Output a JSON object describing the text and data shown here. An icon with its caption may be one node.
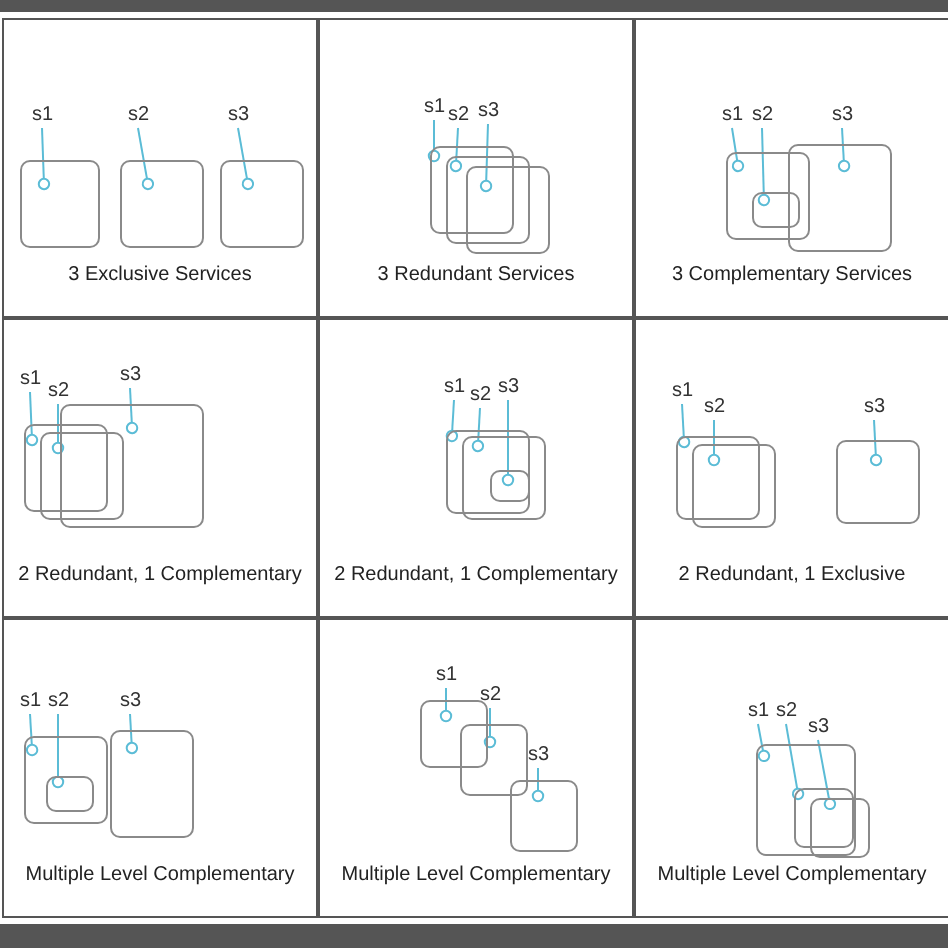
{
  "diagram": {
    "nodes": [
      {
        "text": [
          "3 Exclusive Services"
        ]
      },
      {
        "text": [
          "s1"
        ],
        "in": 0
      },
      {
        "text": [
          "s2"
        ],
        "in": 0
      },
      {
        "text": [
          "s3"
        ],
        "in": 0
      },
      {
        "text": [],
        "shape": "box",
        "in": 0
      },
      {
        "text": [],
        "shape": "box",
        "in": 0
      },
      {
        "text": [],
        "shape": "box",
        "in": 0
      },
      {
        "text": [
          "3 Redundant Services"
        ]
      },
      {
        "text": [
          "s1"
        ],
        "in": 7
      },
      {
        "text": [
          "s2"
        ],
        "in": 7
      },
      {
        "text": [
          "s3"
        ],
        "in": 7
      },
      {
        "text": [],
        "shape": "box",
        "in": 7
      },
      {
        "text": [],
        "shape": "box",
        "in": 7
      },
      {
        "text": [],
        "shape": "box",
        "in": 7
      },
      {
        "text": [
          "3 Complementary Services"
        ]
      },
      {
        "text": [
          "s1"
        ],
        "in": 14
      },
      {
        "text": [
          "s2"
        ],
        "in": 14
      },
      {
        "text": [
          "s3"
        ],
        "in": 14
      },
      {
        "text": [],
        "shape": "box",
        "in": 14
      },
      {
        "text": [],
        "shape": "box",
        "in": 18
      },
      {
        "text": [],
        "shape": "box",
        "in": 14
      },
      {
        "text": [
          "2 Redundant, 1 Complementary"
        ]
      },
      {
        "text": [
          "s1"
        ],
        "in": 21
      },
      {
        "text": [
          "s2"
        ],
        "in": 21
      },
      {
        "text": [
          "s3"
        ],
        "in": 21
      },
      {
        "text": [],
        "shape": "box",
        "in": 21
      },
      {
        "text": [],
        "shape": "box",
        "in": 21
      },
      {
        "text": [],
        "shape": "box",
        "in": 21
      },
      {
        "text": [
          "2 Redundant, 1 Complementary"
        ]
      },
      {
        "text": [
          "s1"
        ],
        "in": 28
      },
      {
        "text": [
          "s2"
        ],
        "in": 28
      },
      {
        "text": [
          "s3"
        ],
        "in": 28
      },
      {
        "text": [],
        "shape": "box",
        "in": 28
      },
      {
        "text": [],
        "shape": "box",
        "in": 28
      },
      {
        "text": [],
        "shape": "box"
      },
      {
        "text": [
          "2 Redundant, 1 Exclusive"
        ]
      },
      {
        "text": [
          "s1"
        ],
        "in": 35
      },
      {
        "text": [
          "s2"
        ],
        "in": 35
      },
      {
        "text": [
          "s3"
        ],
        "in": 35
      },
      {
        "text": [],
        "shape": "box",
        "in": 35
      },
      {
        "text": [],
        "shape": "box",
        "in": 35
      },
      {
        "text": [],
        "shape": "box",
        "in": 35
      },
      {
        "text": [
          "Multiple Level Complementary"
        ]
      },
      {
        "text": [
          "s1"
        ],
        "in": 42
      },
      {
        "text": [
          "s2"
        ],
        "in": 42
      },
      {
        "text": [
          "s3"
        ],
        "in": 42
      },
      {
        "text": [],
        "shape": "box",
        "in": 42
      },
      {
        "text": [],
        "shape": "box",
        "in": 46
      },
      {
        "text": [],
        "shape": "box",
        "in": 42
      },
      {
        "text": [
          "Multiple Level Complementary"
        ]
      },
      {
        "text": [
          "s1"
        ],
        "in": 49
      },
      {
        "text": [
          "s2"
        ],
        "in": 49
      },
      {
        "text": [
          "s3"
        ],
        "in": 49
      },
      {
        "text": [],
        "shape": "box",
        "in": 49
      },
      {
        "text": [],
        "shape": "box",
        "in": 49
      },
      {
        "text": [],
        "shape": "box",
        "in": 49
      },
      {
        "text": [
          "Multiple Level Complementary"
        ]
      },
      {
        "text": [
          "s1"
        ],
        "in": 56
      },
      {
        "text": [
          "s2"
        ],
        "in": 56
      },
      {
        "text": [
          "s3"
        ],
        "in": 56
      },
      {
        "text": [],
        "shape": "box",
        "in": 56
      },
      {
        "text": [],
        "shape": "box",
        "in": 60
      },
      {
        "text": [],
        "shape": "box",
        "in": 60
      }
    ],
    "edges": [
      {
        "from": 1,
        "to": 4,
        "arrow": "other"
      },
      {
        "from": 2,
        "to": 5,
        "arrow": "other"
      },
      {
        "from": 3,
        "to": 6,
        "arrow": "other"
      },
      {
        "from": 8,
        "to": 11,
        "arrow": "other"
      },
      {
        "from": 9,
        "to": 12,
        "arrow": "other"
      },
      {
        "from": 10,
        "to": 13,
        "arrow": "other"
      },
      {
        "from": 15,
        "to": 18,
        "arrow": "other"
      },
      {
        "from": 16,
        "to": 19,
        "arrow": "other"
      },
      {
        "from": 17,
        "to": 20,
        "arrow": "other"
      },
      {
        "from": 22,
        "to": 25,
        "arrow": "other"
      },
      {
        "from": 23,
        "to": 26,
        "arrow": "other"
      },
      {
        "from": 24,
        "to": 27,
        "arrow": "other"
      },
      {
        "from": 29,
        "to": 32,
        "arrow": "other"
      },
      {
        "from": 30,
        "to": 33,
        "arrow": "other"
      },
      {
        "from": 31,
        "to": 34,
        "arrow": "other"
      },
      {
        "from": 36,
        "to": 39,
        "arrow": "other"
      },
      {
        "from": 37,
        "to": 40,
        "arrow": "other"
      },
      {
        "from": 38,
        "to": 41,
        "arrow": "other"
      },
      {
        "from": 43,
        "to": 46,
        "arrow": "other"
      },
      {
        "from": 44,
        "to": 47,
        "arrow": "other"
      },
      {
        "from": 45,
        "to": 48,
        "arrow": "other"
      },
      {
        "from": 50,
        "to": 53,
        "arrow": "other"
      },
      {
        "from": 51,
        "to": 54,
        "arrow": "other"
      },
      {
        "from": 52,
        "to": 55,
        "arrow": "other"
      },
      {
        "from": 57,
        "to": 60,
        "arrow": "other"
      },
      {
        "from": 58,
        "to": 61,
        "arrow": "other"
      },
      {
        "from": 59,
        "to": 62,
        "arrow": "other"
      }
    ]
  }
}
